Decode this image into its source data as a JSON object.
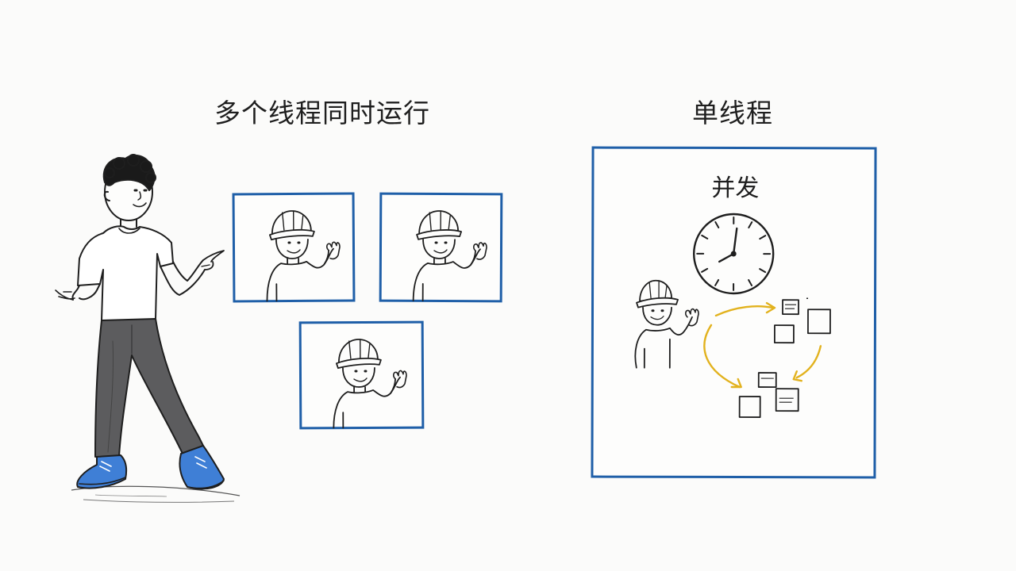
{
  "left": {
    "heading": "多个线程同时运行"
  },
  "right": {
    "heading": "单线程",
    "label": "并发"
  },
  "colors": {
    "frame": "#1f5fa8",
    "arrow": "#e2b21e",
    "shoes": "#3f7fd6",
    "pants": "#5c5c5e",
    "ink": "#1e1e1e"
  },
  "icons": {
    "worker": "worker-with-hard-hat-waving",
    "clock": "clock-icon",
    "tasks": "task-square-icons",
    "cycle": "cycle-arrows"
  }
}
